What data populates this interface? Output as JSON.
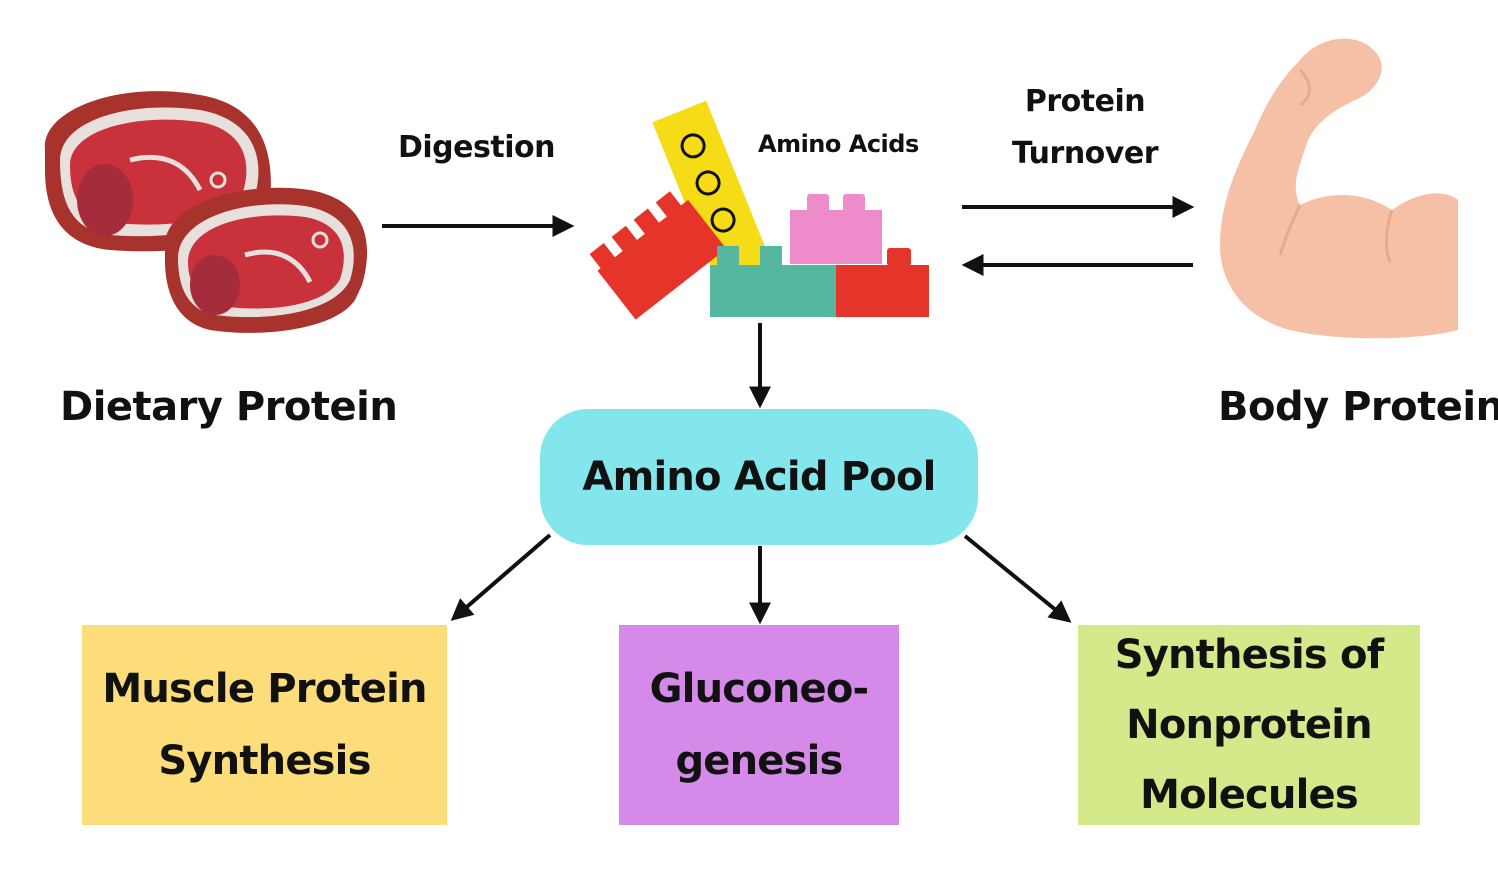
{
  "labels": {
    "dietary_protein": "Dietary Protein",
    "body_protein": "Body Protein",
    "digestion": "Digestion",
    "amino_acids": "Amino Acids",
    "protein_turnover": [
      "Protein",
      "Turnover"
    ]
  },
  "pool": {
    "label": "Amino Acid Pool",
    "color": "#82e6ec"
  },
  "outputs": [
    {
      "lines": [
        "Muscle Protein",
        "Synthesis"
      ],
      "color": "#fcdd7a"
    },
    {
      "lines": [
        "Gluconeo-",
        "genesis"
      ],
      "color": "#d58aea"
    },
    {
      "lines": [
        "Synthesis of",
        "Nonprotein",
        "Molecules"
      ],
      "color": "#d3e98a"
    }
  ],
  "icons": {
    "dietary": "meat-steak-icon",
    "amino": "building-blocks-icon",
    "body": "flexed-arm-icon"
  },
  "colors": {
    "meat_dark": "#a8322c",
    "meat_red": "#c9323a",
    "block_yellow": "#f5dc16",
    "block_red": "#e5352a",
    "block_teal": "#54b8a0",
    "block_pink": "#ee8bcb",
    "skin": "#f6c0a6"
  }
}
